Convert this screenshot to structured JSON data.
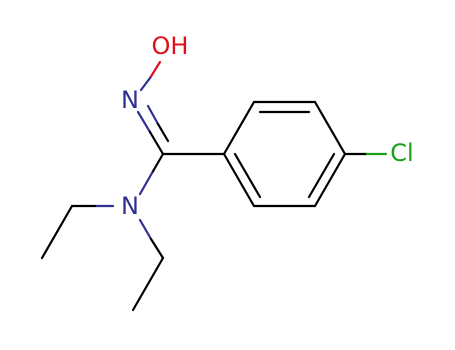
{
  "molecule": {
    "atoms": {
      "oh": {
        "label": "OH",
        "color": "#e0101a"
      },
      "n_oxime": {
        "label": "N",
        "color": "#303090"
      },
      "n_amine": {
        "label": "N",
        "color": "#303090"
      },
      "cl": {
        "label": "Cl",
        "color": "#1aa01a"
      }
    },
    "bond_color": "#000000",
    "colors": {
      "nitrogen": "#303090",
      "oxygen": "#e0101a",
      "chlorine": "#1aa01a",
      "carbon": "#000000"
    }
  }
}
